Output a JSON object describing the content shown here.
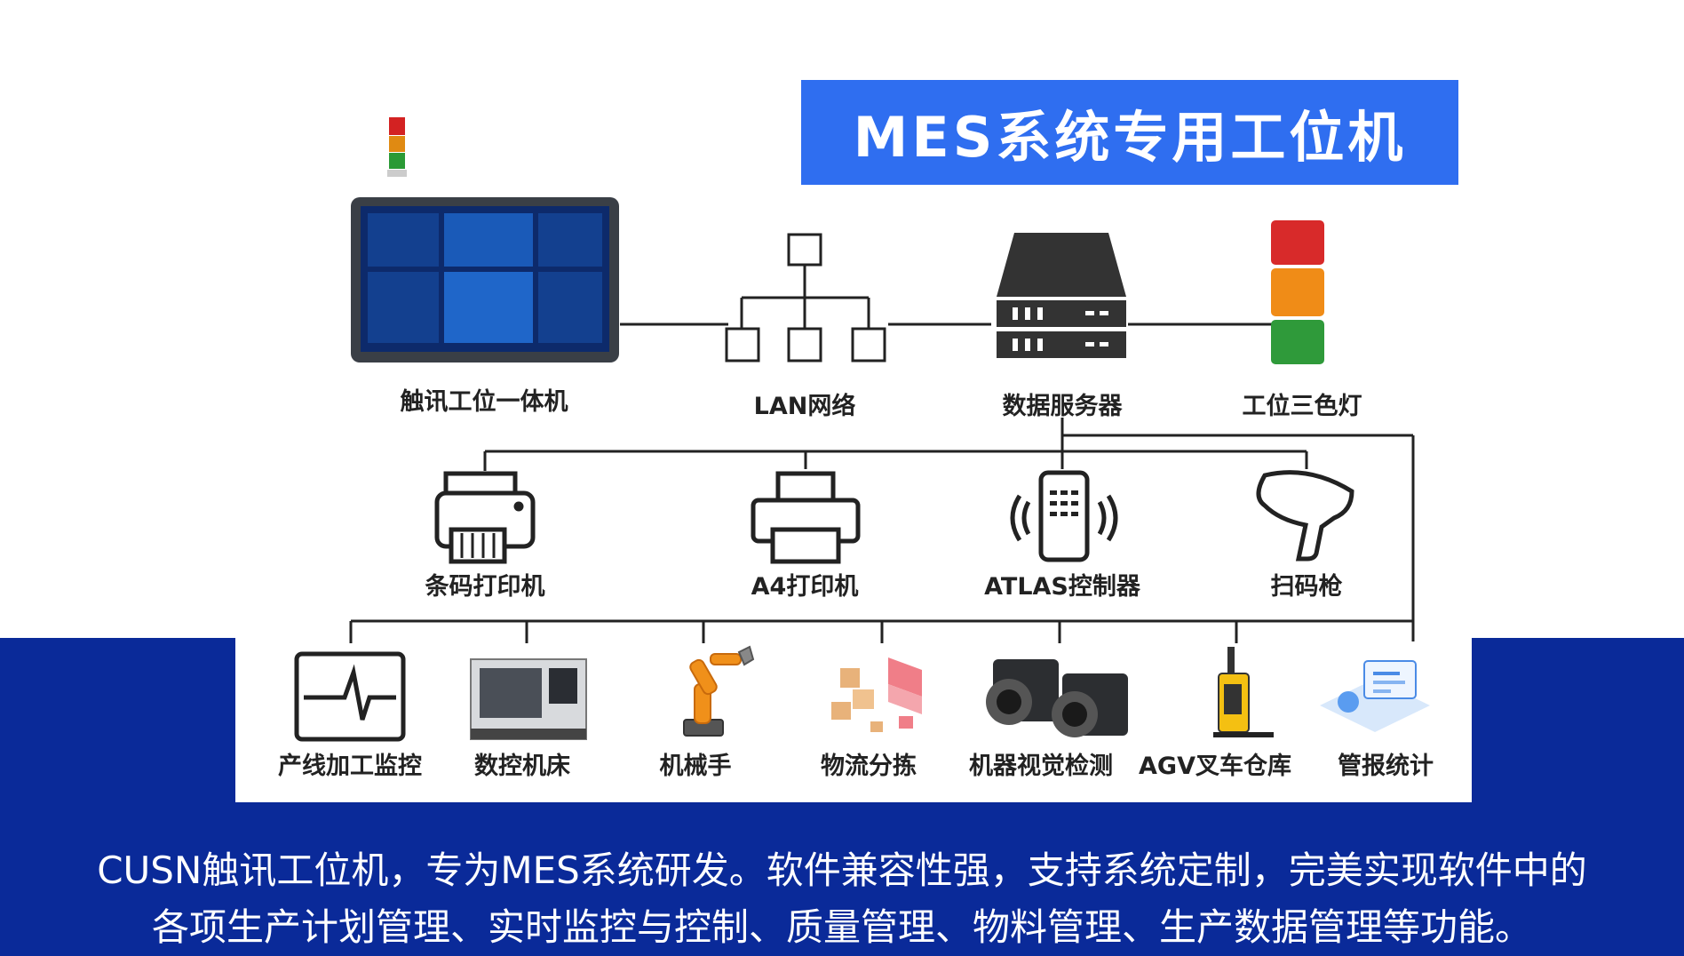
{
  "colors": {
    "brand_blue": "#0a2a99",
    "banner_blue": "#2f6ef0",
    "line": "#222222"
  },
  "title": "MES系统专用工位机",
  "top_nodes": {
    "panel": "触讯工位一体机",
    "lan": "LAN网络",
    "server": "数据服务器",
    "lamp": "工位三色灯"
  },
  "mid_nodes": {
    "barcode_printer": "条码打印机",
    "a4_printer": "A4打印机",
    "atlas": "ATLAS控制器",
    "scanner": "扫码枪"
  },
  "bottom_nodes": {
    "monitor": "产线加工监控",
    "cnc": "数控机床",
    "robot": "机械手",
    "logistics": "物流分拣",
    "vision": "机器视觉检测",
    "agv": "AGV叉车仓库",
    "report": "管报统计"
  },
  "description": {
    "line1": "CUSN触讯工位机，专为MES系统研发。软件兼容性强，支持系统定制，完美实现软件中的",
    "line2": "各项生产计划管理、实时监控与控制、质量管理、物料管理、生产数据管理等功能。"
  }
}
